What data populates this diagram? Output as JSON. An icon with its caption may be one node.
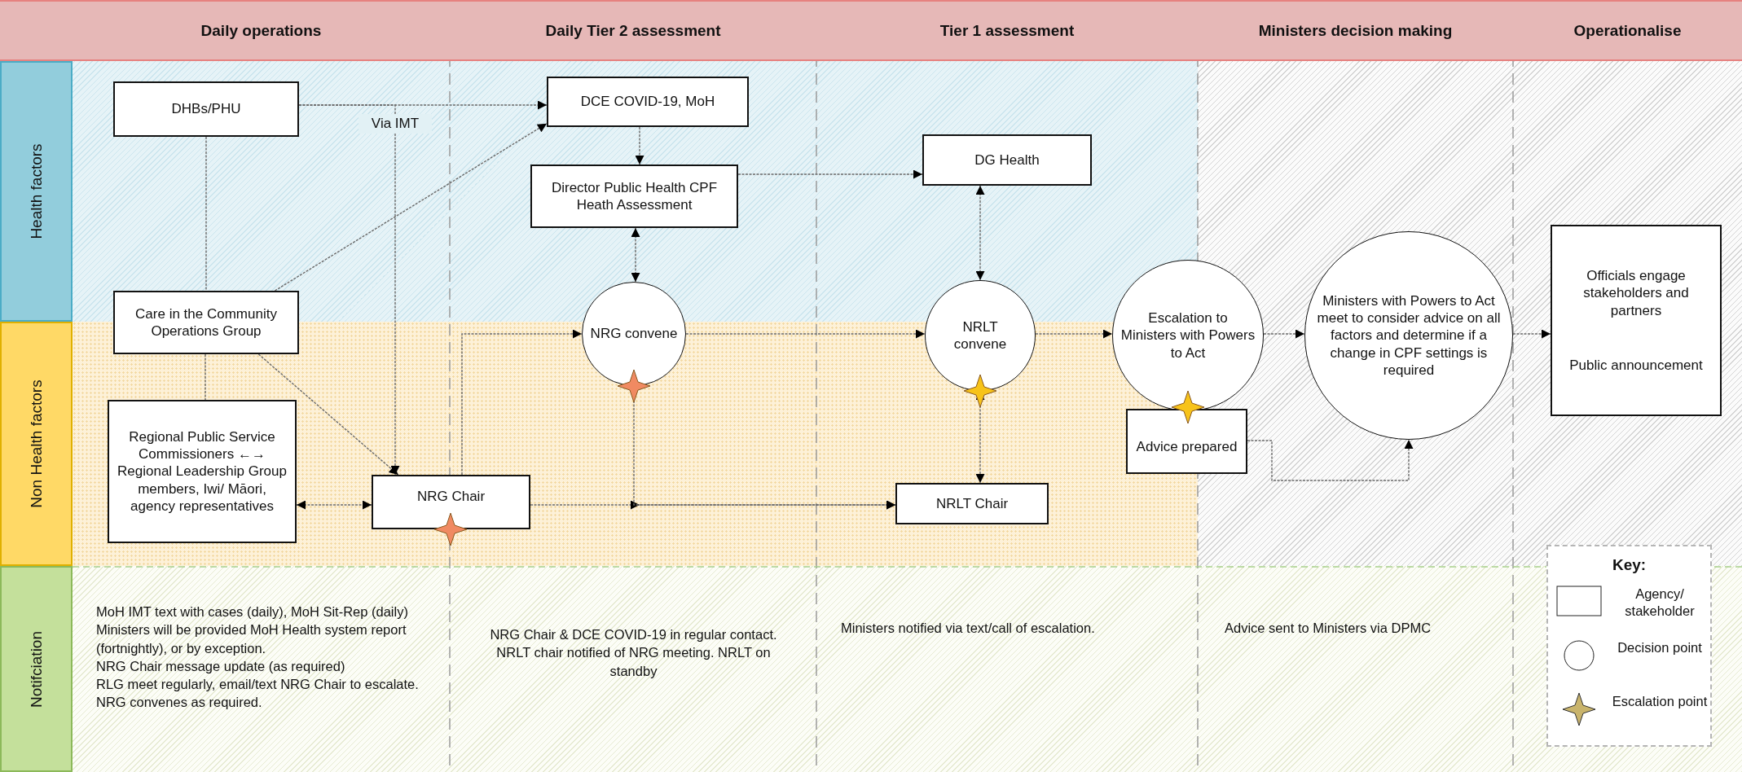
{
  "diagram": {
    "nodes": [
      {
        "text": [
          "Daily operations"
        ]
      },
      {
        "text": [
          "Daily Tier 2 assessment"
        ]
      },
      {
        "text": [
          "Tier 1 assessment"
        ]
      },
      {
        "text": [
          "Ministers decision making"
        ]
      },
      {
        "text": [
          "Operationalise"
        ]
      },
      {
        "text": [
          "Health factors"
        ]
      },
      {
        "text": [
          "Non Health factors"
        ]
      },
      {
        "text": [
          "Notifciation"
        ]
      },
      {
        "text": [
          "DHBs/PHU"
        ]
      },
      {
        "text": [
          "DCE COVID-19, MoH"
        ]
      },
      {
        "text": [
          "Director Public Health CPF Heath Assessment"
        ]
      },
      {
        "text": [
          "Care in the Community Operations Group"
        ]
      },
      {
        "text": [
          "Regional Public Service Commissioners ←→ Regional Leadership Group members, Iwi/ Māori, agency representatives"
        ]
      },
      {
        "text": [
          "NRG Chair"
        ]
      },
      {
        "text": [
          "NRG convene"
        ]
      },
      {
        "text": [
          "DG Health"
        ]
      },
      {
        "text": [
          "NRLT convene"
        ]
      },
      {
        "text": [
          "NRLT Chair"
        ]
      },
      {
        "text": [
          "Escalation to Ministers with Powers to Act"
        ]
      },
      {
        "text": [
          "Advice prepared"
        ]
      },
      {
        "text": [
          "Ministers with Powers to Act meet to consider advice on all factors and determine if a change in CPF settings is required"
        ]
      },
      {
        "text": [
          "Officials engage stakeholders and partners",
          "Public announcement"
        ]
      }
    ],
    "edges": [
      {
        "from": 8,
        "to": 9,
        "arrow": "to"
      },
      {
        "from": 8,
        "to": 13,
        "arrow": "to",
        "label": "Via IMT"
      },
      {
        "from": 8,
        "to": 11,
        "arrow": "none"
      },
      {
        "from": 11,
        "to": 12,
        "arrow": "none"
      },
      {
        "from": 11,
        "to": 9,
        "arrow": "to"
      },
      {
        "from": 11,
        "to": 13,
        "arrow": "to"
      },
      {
        "from": 12,
        "to": 13,
        "arrow": "both"
      },
      {
        "from": 9,
        "to": 10,
        "arrow": "to"
      },
      {
        "from": 10,
        "to": 14,
        "arrow": "both"
      },
      {
        "from": 10,
        "to": 15,
        "arrow": "to"
      },
      {
        "from": 13,
        "to": 14,
        "arrow": "to"
      },
      {
        "from": 14,
        "to": 16,
        "arrow": "to"
      },
      {
        "from": 13,
        "to": 17,
        "arrow": "to"
      },
      {
        "from": 14,
        "to": 17,
        "arrow": "to"
      },
      {
        "from": 15,
        "to": 16,
        "arrow": "both"
      },
      {
        "from": 16,
        "to": 17,
        "arrow": "both"
      },
      {
        "from": 16,
        "to": 18,
        "arrow": "to"
      },
      {
        "from": 18,
        "to": 20,
        "arrow": "to"
      },
      {
        "from": 19,
        "to": 20,
        "arrow": "to"
      },
      {
        "from": 20,
        "to": 21,
        "arrow": "to"
      }
    ],
    "labels": [
      "MoH IMT text with cases (daily), MoH Sit-Rep (daily)",
      "Ministers will be provided MoH Health system report (fortnightly), or by exception.",
      "NRG Chair message update (as required)",
      "RLG meet regularly, email/text NRG Chair to escalate. NRG convenes as required.",
      "NRG Chair & DCE COVID-19 in regular contact. NRLT chair notified of NRG meeting. NRLT on standby",
      "Ministers notified via text/call of escalation.",
      "Advice sent to Ministers via DPMC",
      "Key:"
    ],
    "legend": [
      {
        "text": "Agency/ stakeholder"
      },
      {
        "text": "Decision point"
      },
      {
        "text": "Escalation point"
      }
    ]
  }
}
